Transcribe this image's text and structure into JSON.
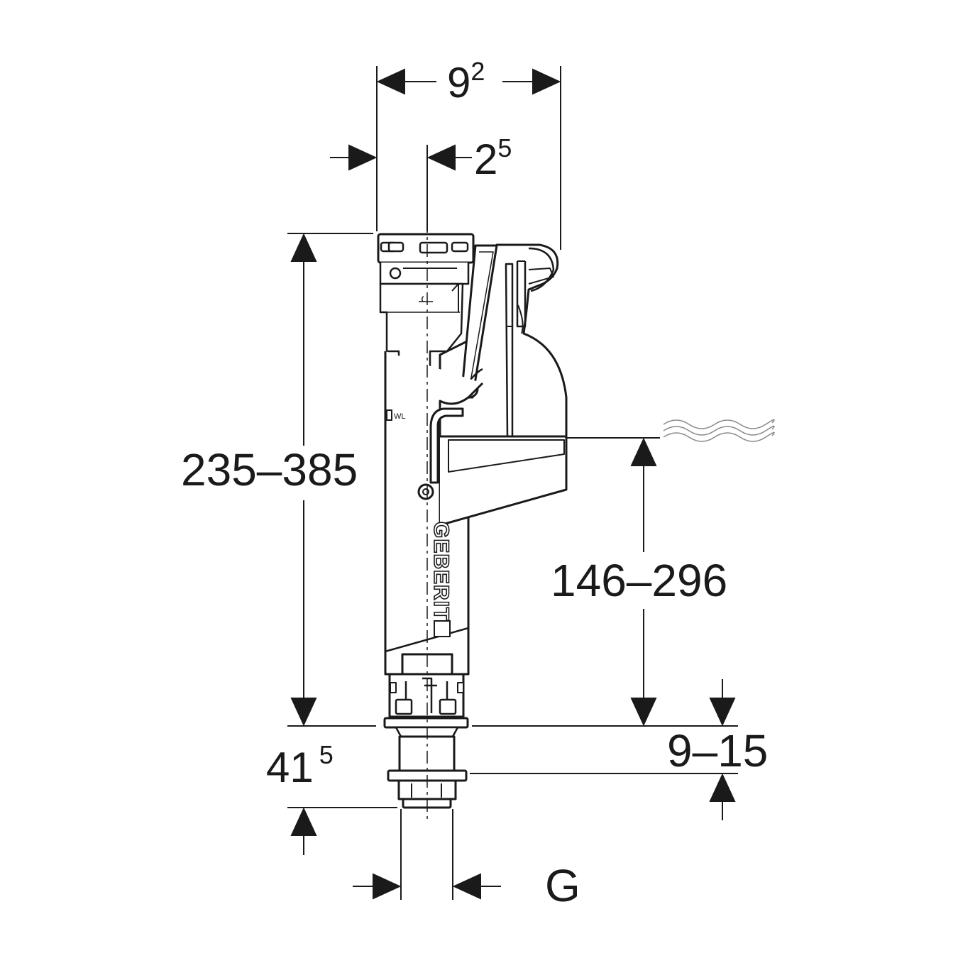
{
  "dimensions": {
    "top_width": {
      "base": "9",
      "sup": "2"
    },
    "offset": {
      "base": "2",
      "sup": "5"
    },
    "total_height": "235–385",
    "water_level": "146–296",
    "thread_length": "9–15",
    "bottom_height": {
      "base": "41",
      "sup": "5"
    },
    "connection": "G"
  },
  "product": {
    "brand": "GEBERIT",
    "marking": "WL"
  },
  "colors": {
    "line": "#1a1a1a",
    "fill": "#ffffff",
    "water": "#8a8a8a"
  }
}
